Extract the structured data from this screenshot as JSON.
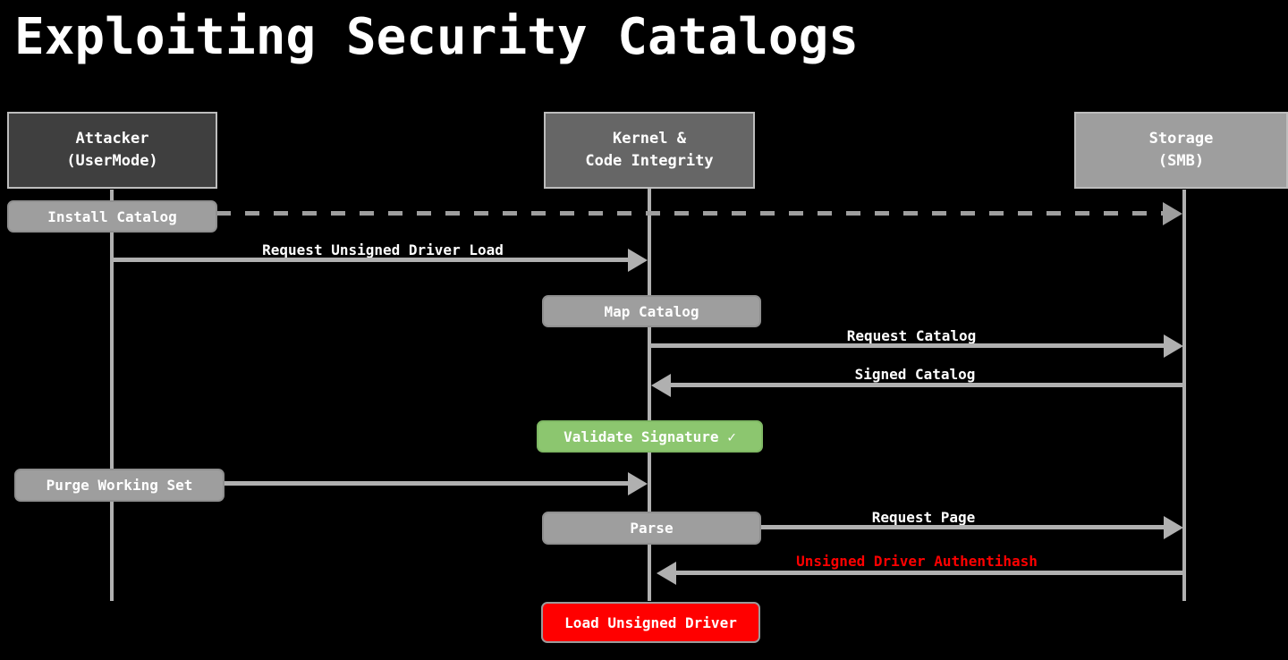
{
  "diagram": {
    "title": "Exploiting Security Catalogs",
    "type": "sequence-diagram",
    "background_color": "#000000",
    "participants": [
      {
        "id": "attacker",
        "name": "Attacker",
        "sublabel": "(UserMode)",
        "box_color": "#3f3f3f"
      },
      {
        "id": "kernel",
        "name": "Kernel &",
        "sublabel": "Code Integrity",
        "box_color": "#666666"
      },
      {
        "id": "storage",
        "name": "Storage",
        "sublabel": "(SMB)",
        "box_color": "#9e9e9e"
      }
    ],
    "activations": [
      {
        "id": "install-catalog",
        "label": "Install Catalog",
        "on": "attacker",
        "style": "gray"
      },
      {
        "id": "map-catalog",
        "label": "Map Catalog",
        "on": "kernel",
        "style": "gray"
      },
      {
        "id": "validate-signature",
        "label": "Validate Signature ✓",
        "on": "kernel",
        "style": "green"
      },
      {
        "id": "purge-working-set",
        "label": "Purge Working Set",
        "on": "attacker",
        "style": "gray"
      },
      {
        "id": "parse",
        "label": "Parse",
        "on": "kernel",
        "style": "gray"
      },
      {
        "id": "load-unsigned-driver",
        "label": "Load Unsigned Driver",
        "on": "kernel",
        "style": "red"
      }
    ],
    "messages": [
      {
        "id": "m1",
        "label": "",
        "from": "attacker",
        "to": "storage",
        "direction": "right",
        "line": "dashed",
        "color": "#9e9e9e"
      },
      {
        "id": "m2",
        "label": "Request Unsigned Driver Load",
        "from": "attacker",
        "to": "kernel",
        "direction": "right",
        "line": "solid",
        "color": "#ffffff"
      },
      {
        "id": "m3",
        "label": "Request Catalog",
        "from": "kernel",
        "to": "storage",
        "direction": "right",
        "line": "solid",
        "color": "#ffffff"
      },
      {
        "id": "m4",
        "label": "Signed Catalog",
        "from": "storage",
        "to": "kernel",
        "direction": "left",
        "line": "solid",
        "color": "#ffffff"
      },
      {
        "id": "m5",
        "label": "",
        "from": "attacker",
        "to": "kernel",
        "direction": "right",
        "line": "solid",
        "color": "#ffffff"
      },
      {
        "id": "m6",
        "label": "Request Page",
        "from": "kernel",
        "to": "storage",
        "direction": "right",
        "line": "solid",
        "color": "#ffffff"
      },
      {
        "id": "m7",
        "label": "Unsigned Driver Authentihash",
        "from": "storage",
        "to": "kernel",
        "direction": "left",
        "line": "solid",
        "color": "#ff0000"
      }
    ],
    "colors": {
      "lifeline": "#b0b0b0",
      "arrow": "#b0b0b0",
      "dashed_arrow": "#9e9e9e",
      "text": "#ffffff",
      "danger": "#ff0000",
      "success": "#8cc66f"
    }
  }
}
